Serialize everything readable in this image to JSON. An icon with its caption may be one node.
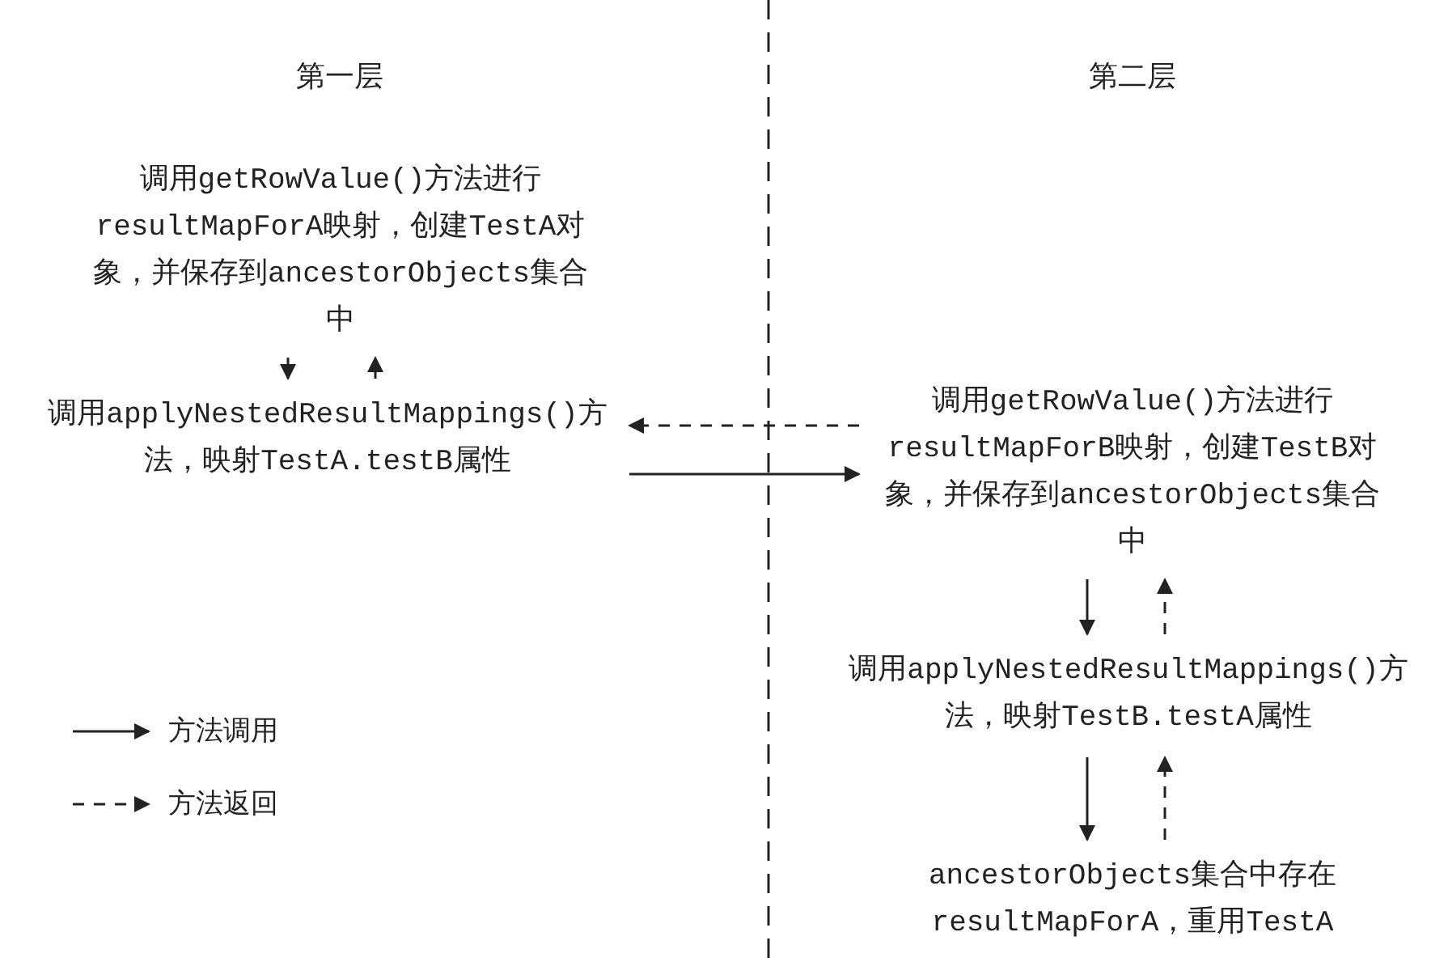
{
  "diagram": {
    "nodes": [
      {
        "text": [
          "调用getRowValue()方法进行resultMapForA映射，创建TestA对象，并保存到ancestorObjects集合中"
        ]
      },
      {
        "text": [
          "调用applyNestedResultMappings()方法，映射TestA.testB属性"
        ]
      },
      {
        "text": [
          "调用getRowValue()方法进行resultMapForB映射，创建TestB对象，并保存到ancestorObjects集合中"
        ]
      },
      {
        "text": [
          "调用applyNestedResultMappings()方法，映射TestB.testA属性"
        ]
      },
      {
        "text": [
          "ancestorObjects集合中存在resultMapForA，重用TestA"
        ]
      }
    ],
    "edges": [
      {
        "from": 0,
        "to": 1,
        "arrow": "to"
      },
      {
        "from": 1,
        "to": 0,
        "arrow": "to",
        "style": "dashed"
      },
      {
        "from": 1,
        "to": 2,
        "arrow": "to"
      },
      {
        "from": 2,
        "to": 1,
        "arrow": "to",
        "style": "dashed"
      },
      {
        "from": 2,
        "to": 3,
        "arrow": "to"
      },
      {
        "from": 3,
        "to": 2,
        "arrow": "to",
        "style": "dashed"
      },
      {
        "from": 3,
        "to": 4,
        "arrow": "to"
      },
      {
        "from": 4,
        "to": 3,
        "arrow": "to",
        "style": "dashed"
      }
    ],
    "labels": [
      "第一层",
      "第二层"
    ],
    "legend": [
      {
        "text": "方法调用"
      },
      {
        "text": "方法返回"
      }
    ]
  }
}
